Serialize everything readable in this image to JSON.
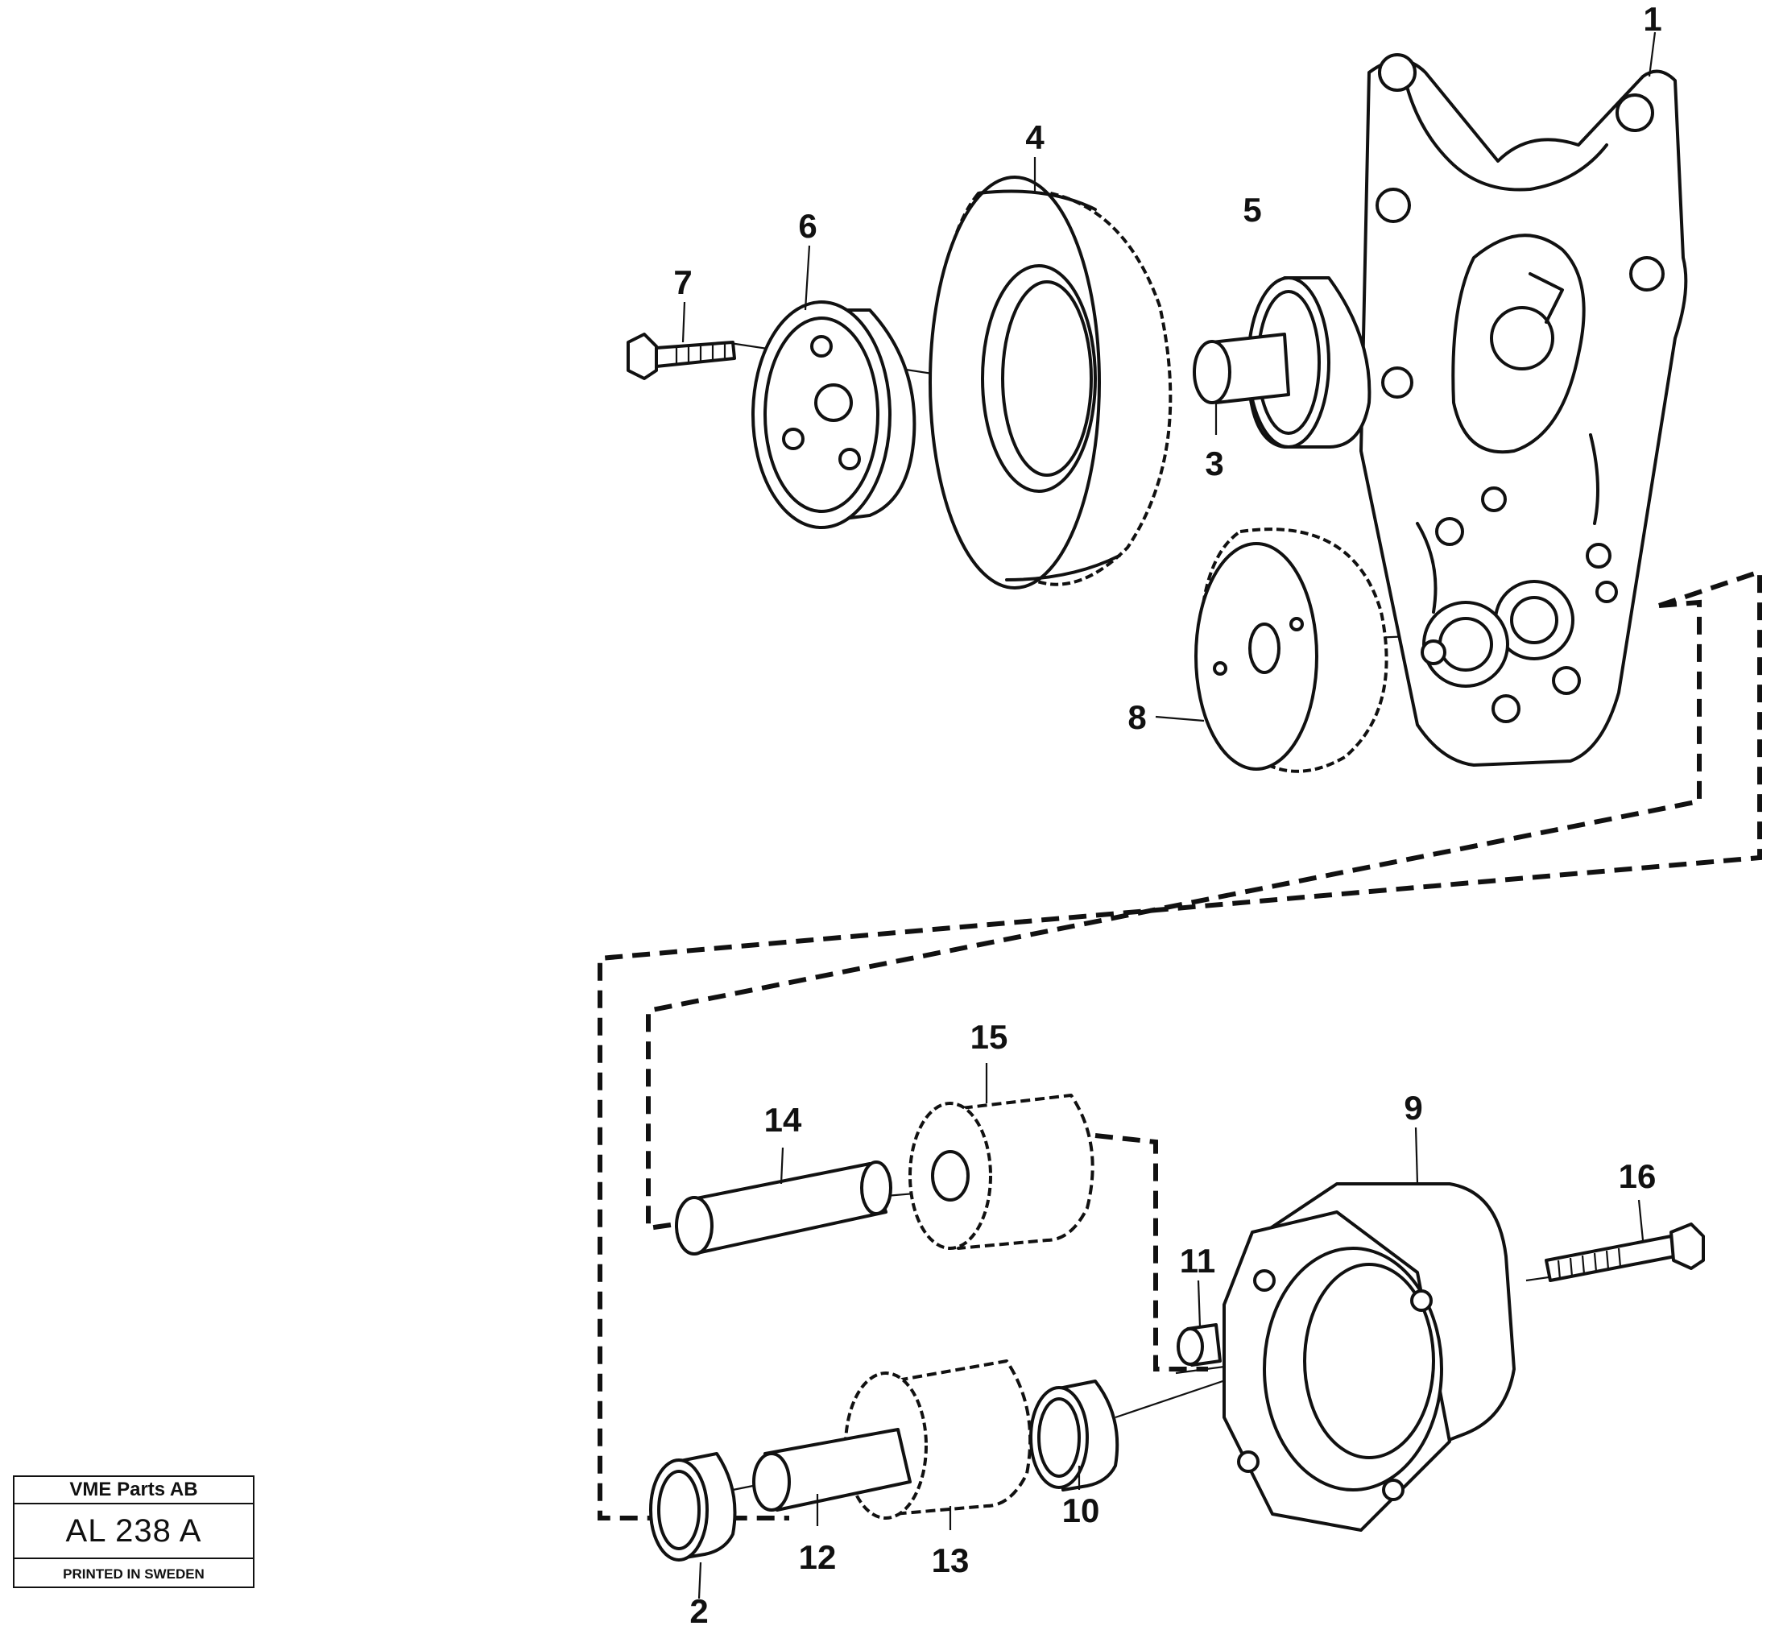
{
  "stamp": {
    "company": "VME Parts AB",
    "code": "AL 238 A",
    "printed": "PRINTED IN SWEDEN"
  },
  "callouts": [
    "1",
    "2",
    "3",
    "4",
    "5",
    "6",
    "7",
    "8",
    "9",
    "10",
    "11",
    "12",
    "13",
    "14",
    "15",
    "16"
  ],
  "parts": [
    {
      "ref": "1",
      "icon": "pump-housing-cover-icon"
    },
    {
      "ref": "2",
      "icon": "bushing-icon"
    },
    {
      "ref": "3",
      "icon": "shaft-icon"
    },
    {
      "ref": "4",
      "icon": "large-gear-icon"
    },
    {
      "ref": "5",
      "icon": "bushing-icon"
    },
    {
      "ref": "6",
      "icon": "hub-flange-icon"
    },
    {
      "ref": "7",
      "icon": "flange-bolt-icon"
    },
    {
      "ref": "8",
      "icon": "small-gear-icon"
    },
    {
      "ref": "9",
      "icon": "pump-body-icon"
    },
    {
      "ref": "10",
      "icon": "bushing-icon"
    },
    {
      "ref": "11",
      "icon": "dowel-sleeve-icon"
    },
    {
      "ref": "12",
      "icon": "shaft-icon"
    },
    {
      "ref": "13",
      "icon": "pump-gear-icon"
    },
    {
      "ref": "14",
      "icon": "shaft-icon"
    },
    {
      "ref": "15",
      "icon": "pump-gear-icon"
    },
    {
      "ref": "16",
      "icon": "long-bolt-icon"
    }
  ]
}
